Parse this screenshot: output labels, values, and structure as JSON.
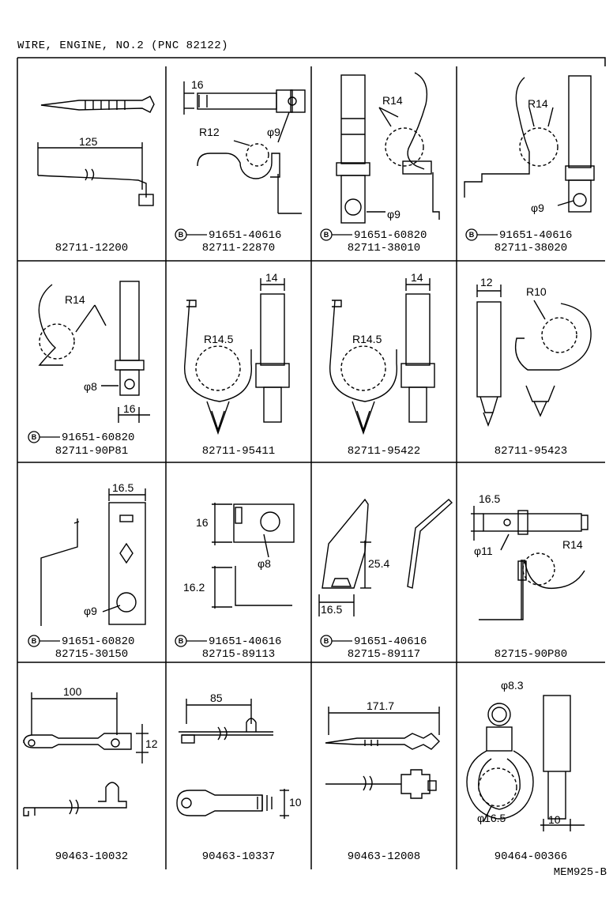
{
  "title": "WIRE, ENGINE, NO.2 (PNC 82122)",
  "footer_code": "MEM925-B",
  "cells": [
    {
      "part": "82711-12200",
      "sub": "",
      "dims": [
        "125"
      ]
    },
    {
      "part": "82711-22870",
      "sub": "91651-40616",
      "dims": [
        "16",
        "R12",
        "φ9"
      ]
    },
    {
      "part": "82711-38010",
      "sub": "91651-60820",
      "dims": [
        "R14",
        "φ9"
      ]
    },
    {
      "part": "82711-38020",
      "sub": "91651-40616",
      "dims": [
        "R14",
        "φ9"
      ]
    },
    {
      "part": "82711-90P81",
      "sub": "91651-60820",
      "dims": [
        "R14",
        "φ8",
        "16"
      ]
    },
    {
      "part": "82711-95411",
      "sub": "",
      "dims": [
        "14",
        "R14.5"
      ]
    },
    {
      "part": "82711-95422",
      "sub": "",
      "dims": [
        "14",
        "R14.5"
      ]
    },
    {
      "part": "82711-95423",
      "sub": "",
      "dims": [
        "12",
        "R10"
      ]
    },
    {
      "part": "82715-30150",
      "sub": "91651-60820",
      "dims": [
        "16.5",
        "φ9"
      ]
    },
    {
      "part": "82715-89113",
      "sub": "91651-40616",
      "dims": [
        "16",
        "φ8",
        "16.2"
      ]
    },
    {
      "part": "82715-89117",
      "sub": "91651-40616",
      "dims": [
        "25.4",
        "16.5"
      ]
    },
    {
      "part": "82715-90P80",
      "sub": "",
      "dims": [
        "16.5",
        "φ11",
        "R14"
      ]
    },
    {
      "part": "90463-10032",
      "sub": "",
      "dims": [
        "100",
        "12"
      ]
    },
    {
      "part": "90463-10337",
      "sub": "",
      "dims": [
        "85",
        "10"
      ]
    },
    {
      "part": "90463-12008",
      "sub": "",
      "dims": [
        "171.7"
      ]
    },
    {
      "part": "90464-00366",
      "sub": "",
      "dims": [
        "φ8.3",
        "φ16.5",
        "10"
      ]
    }
  ]
}
